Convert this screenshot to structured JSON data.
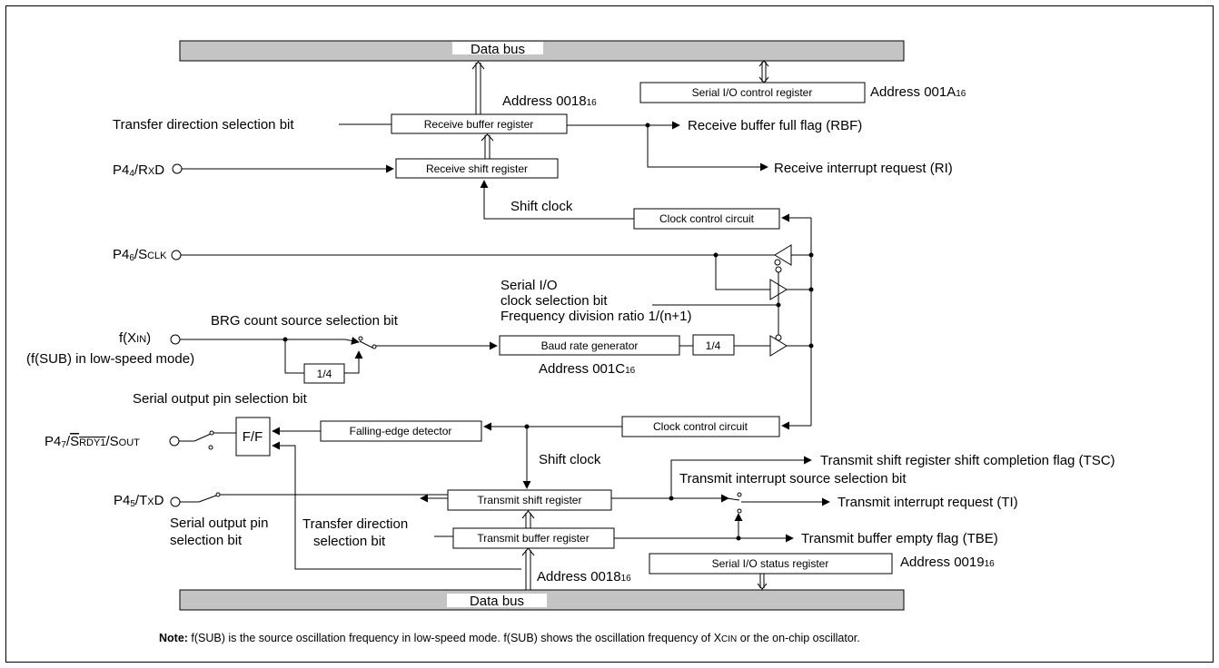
{
  "buses": {
    "top_label": "Data bus",
    "bottom_label": "Data bus"
  },
  "boxes": {
    "serial_io_control_register": "Serial I/O control register",
    "receive_buffer_register": "Receive buffer register",
    "receive_shift_register": "Receive shift register",
    "clock_control_circuit_upper": "Clock control circuit",
    "baud_rate_generator": "Baud rate generator",
    "divider_one_quarter_a": "1/4",
    "divider_one_quarter_b": "1/4",
    "falling_edge_detector": "Falling-edge detector",
    "flip_flop": "F/F",
    "clock_control_circuit_lower": "Clock control circuit",
    "transmit_shift_register": "Transmit shift register",
    "transmit_buffer_register": "Transmit buffer register",
    "serial_io_status_register": "Serial I/O status register"
  },
  "addresses": {
    "receive_buffer": {
      "text": "Address 0018",
      "sub": "16"
    },
    "control_register": {
      "text": "Address 001A",
      "sub": "16"
    },
    "baud_rate": {
      "text": "Address 001C",
      "sub": "16"
    },
    "transmit_buffer": {
      "text": "Address 0018",
      "sub": "16"
    },
    "status_register": {
      "text": "Address 0019",
      "sub": "16"
    }
  },
  "pins": {
    "rxd": {
      "a": "P4",
      "a_sub": "4",
      "b": "/R",
      "b_sub": "X",
      "c": "D"
    },
    "sclk": {
      "a": "P4",
      "a_sub": "6",
      "b": "/S",
      "b_sc": "CLK"
    },
    "xin": {
      "a": "f(X",
      "a_sc": "IN",
      "b": ")"
    },
    "xin_note": "(f(SUB) in low-speed mode)",
    "sout": {
      "a": "P4",
      "a_sub": "7",
      "b": "/",
      "srdy": "S",
      "srdy_sc": "RDY1",
      "c": "/S",
      "c_sc": "OUT"
    },
    "txd": {
      "a": "P4",
      "a_sub": "5",
      "b": "/T",
      "b_sub": "X",
      "c": "D"
    }
  },
  "labels": {
    "transfer_direction_rx": "Transfer direction selection bit",
    "receive_buffer_full": "Receive buffer full flag (RBF)",
    "receive_interrupt": "Receive interrupt request (RI)",
    "shift_clock_rx": "Shift clock",
    "serial_io_clock_sel_1": "Serial I/O",
    "serial_io_clock_sel_2": "clock selection bit",
    "freq_division": "Frequency division ratio 1/(n+1)",
    "brg_count_source": "BRG count source selection bit",
    "serial_output_pin_sel": "Serial output pin selection bit",
    "shift_clock_tx": "Shift clock",
    "tsc_flag": "Transmit shift register shift completion flag (TSC)",
    "tx_interrupt_source": "Transmit interrupt source selection bit",
    "tx_interrupt_request": "Transmit interrupt request (TI)",
    "serial_output_pin_sel_2a": "Serial output pin",
    "serial_output_pin_sel_2b": "selection bit",
    "transfer_direction_tx_1": "Transfer direction",
    "transfer_direction_tx_2": "selection bit",
    "tbe_flag": "Transmit buffer empty flag (TBE)"
  },
  "note": {
    "bold": "Note:",
    "text": " f(SUB) is the source oscillation frequency in low-speed mode. f(SUB) shows the oscillation frequency of X",
    "sc": "CIN",
    "tail": " or the on-chip oscillator."
  }
}
